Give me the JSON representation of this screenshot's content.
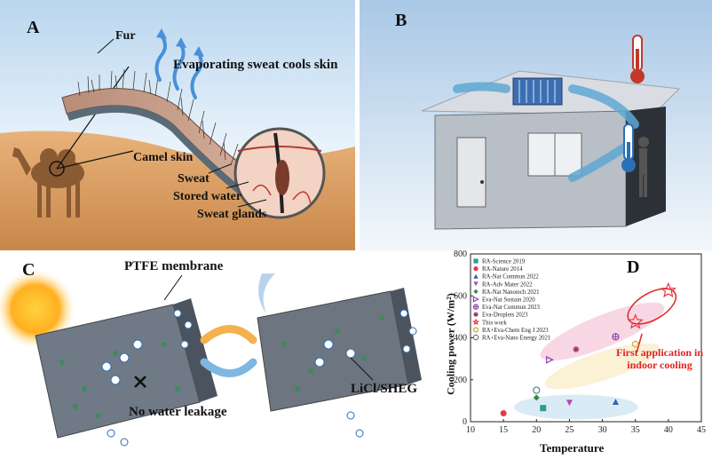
{
  "panel_a": {
    "label": "A",
    "fur": "Fur",
    "evaporating": "Evaporating sweat cools skin",
    "camel_skin": "Camel skin",
    "sweat": "Sweat",
    "stored_water": "Stored water",
    "sweat_glands": "Sweat glands"
  },
  "panel_b": {
    "label": "B"
  },
  "panel_c": {
    "label": "C",
    "ptfe": "PTFE membrane",
    "no_leak": "No water leakage",
    "licl": "LiCl/SHEG"
  },
  "panel_d": {
    "label": "D"
  },
  "chart_data": {
    "type": "scatter",
    "xlabel": "Temperature",
    "ylabel": "Cooling power (W/m²)",
    "xlim": [
      10,
      45
    ],
    "ylim": [
      0,
      800
    ],
    "xticks": [
      "10",
      "15",
      "20",
      "25",
      "30",
      "35",
      "40",
      "45"
    ],
    "yticks": [
      "0",
      "200",
      "400",
      "600",
      "800"
    ],
    "annotation": "First application in indoor cooling",
    "series": [
      {
        "name": "RA-Science 2019",
        "marker": "square",
        "color": "#2a9d8f",
        "points": [
          [
            21,
            65
          ]
        ]
      },
      {
        "name": "RA-Nature 2014",
        "marker": "circle",
        "color": "#e63946",
        "points": [
          [
            15,
            40
          ]
        ]
      },
      {
        "name": "RA-Nat Commun 2022",
        "marker": "triangle-up",
        "color": "#3a5fb0",
        "points": [
          [
            32,
            95
          ]
        ]
      },
      {
        "name": "RA-Adv Mater 2022",
        "marker": "triangle-down",
        "color": "#b04ab0",
        "points": [
          [
            25,
            90
          ]
        ]
      },
      {
        "name": "RA-Nat Nanotech 2021",
        "marker": "diamond",
        "color": "#2e8b3e",
        "points": [
          [
            20,
            115
          ]
        ]
      },
      {
        "name": "Eva-Nat Sustain 2020",
        "marker": "tri-right",
        "color": "#8e44ad",
        "points": [
          [
            22,
            295
          ]
        ]
      },
      {
        "name": "Eva-Nat Commun 2023",
        "marker": "circle-plus",
        "color": "#8e44ad",
        "points": [
          [
            32,
            405
          ]
        ]
      },
      {
        "name": "Eva-Droplets 2023",
        "marker": "asterisk",
        "color": "#a0306a",
        "points": [
          [
            26,
            345
          ]
        ]
      },
      {
        "name": "This work",
        "marker": "star",
        "color": "#e63946",
        "points": [
          [
            35,
            475
          ],
          [
            40,
            625
          ]
        ]
      },
      {
        "name": "RA+Eva-Chem Eng J 2023",
        "marker": "hexagon",
        "color": "#d9a441",
        "points": [
          [
            35,
            370
          ]
        ]
      },
      {
        "name": "RA+Eva-Nano Energy 2021",
        "marker": "circle-open",
        "color": "#5f7a8a",
        "points": [
          [
            20,
            150
          ]
        ]
      }
    ]
  }
}
